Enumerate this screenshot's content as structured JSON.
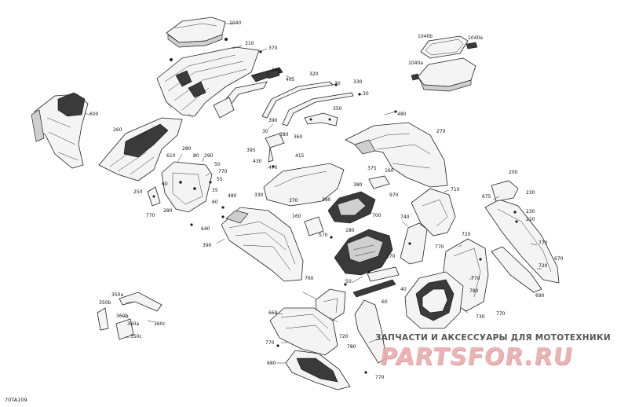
{
  "diagram": {
    "code": "70TA109",
    "watermark": {
      "tagline": "ЗАПЧАСТИ И АКСЕССУАРЫ ДЛЯ МОТОТЕХНИКИ",
      "brand": "PARTSFOR.RU"
    },
    "callouts": [
      {
        "id": "c1040",
        "label": "1040"
      },
      {
        "id": "c1040b",
        "label": "1040b"
      },
      {
        "id": "c1040a",
        "label": "1040a"
      },
      {
        "id": "c1040a2",
        "label": "1040a"
      },
      {
        "id": "c310",
        "label": "310"
      },
      {
        "id": "c370",
        "label": "370"
      },
      {
        "id": "c340",
        "label": "340"
      },
      {
        "id": "c320",
        "label": "320"
      },
      {
        "id": "c405",
        "label": "405"
      },
      {
        "id": "c30a",
        "label": "30"
      },
      {
        "id": "c330a",
        "label": "330"
      },
      {
        "id": "c30b",
        "label": "30"
      },
      {
        "id": "c600",
        "label": "600"
      },
      {
        "id": "c350",
        "label": "350"
      },
      {
        "id": "c480a",
        "label": "480"
      },
      {
        "id": "c390",
        "label": "390"
      },
      {
        "id": "c260",
        "label": "260"
      },
      {
        "id": "c380a",
        "label": "380"
      },
      {
        "id": "c30c",
        "label": "30"
      },
      {
        "id": "c360",
        "label": "360"
      },
      {
        "id": "c395",
        "label": "395"
      },
      {
        "id": "c430",
        "label": "430"
      },
      {
        "id": "c415",
        "label": "415"
      },
      {
        "id": "c470",
        "label": "470"
      },
      {
        "id": "c270",
        "label": "270"
      },
      {
        "id": "c280",
        "label": "280"
      },
      {
        "id": "c610",
        "label": "610"
      },
      {
        "id": "c80",
        "label": "80"
      },
      {
        "id": "c290",
        "label": "290"
      },
      {
        "id": "c50a",
        "label": "50"
      },
      {
        "id": "c770a",
        "label": "770"
      },
      {
        "id": "c55",
        "label": "55"
      },
      {
        "id": "c375",
        "label": "375"
      },
      {
        "id": "c160a",
        "label": "160"
      },
      {
        "id": "c380b",
        "label": "380"
      },
      {
        "id": "c970",
        "label": "970"
      },
      {
        "id": "c200",
        "label": "200"
      },
      {
        "id": "c675",
        "label": "675"
      },
      {
        "id": "c230a",
        "label": "230"
      },
      {
        "id": "c60a",
        "label": "60"
      },
      {
        "id": "c35",
        "label": "35"
      },
      {
        "id": "c250",
        "label": "250"
      },
      {
        "id": "c480b",
        "label": "480"
      },
      {
        "id": "c60b",
        "label": "60"
      },
      {
        "id": "c330b",
        "label": "330"
      },
      {
        "id": "c380c",
        "label": "380"
      },
      {
        "id": "c710",
        "label": "710"
      },
      {
        "id": "c230b",
        "label": "230"
      },
      {
        "id": "c220",
        "label": "220"
      },
      {
        "id": "c770b",
        "label": "770"
      },
      {
        "id": "c370b",
        "label": "370"
      },
      {
        "id": "c160b",
        "label": "160"
      },
      {
        "id": "c570",
        "label": "570"
      },
      {
        "id": "c700",
        "label": "700"
      },
      {
        "id": "c740",
        "label": "740"
      },
      {
        "id": "c280b",
        "label": "280"
      },
      {
        "id": "c640",
        "label": "640"
      },
      {
        "id": "c390b",
        "label": "390"
      },
      {
        "id": "c180",
        "label": "180"
      },
      {
        "id": "c170",
        "label": "170"
      },
      {
        "id": "c720a",
        "label": "720"
      },
      {
        "id": "c770c",
        "label": "770"
      },
      {
        "id": "c770d",
        "label": "770"
      },
      {
        "id": "c670",
        "label": "670"
      },
      {
        "id": "c720b",
        "label": "720"
      },
      {
        "id": "c690",
        "label": "690"
      },
      {
        "id": "c770e",
        "label": "770"
      },
      {
        "id": "c760",
        "label": "760"
      },
      {
        "id": "c50b",
        "label": "50"
      },
      {
        "id": "c40",
        "label": "40"
      },
      {
        "id": "c60c",
        "label": "60"
      },
      {
        "id": "c780",
        "label": "780"
      },
      {
        "id": "c730",
        "label": "730"
      },
      {
        "id": "c770f",
        "label": "770"
      },
      {
        "id": "c350a",
        "label": "350a"
      },
      {
        "id": "c350b",
        "label": "350b"
      },
      {
        "id": "c360b",
        "label": "360b"
      },
      {
        "id": "c360a",
        "label": "360a"
      },
      {
        "id": "c360c",
        "label": "360c"
      },
      {
        "id": "c350c",
        "label": "350c"
      },
      {
        "id": "c660",
        "label": "660"
      },
      {
        "id": "c770g",
        "label": "770"
      },
      {
        "id": "c720c",
        "label": "720"
      },
      {
        "id": "c780b",
        "label": "780"
      },
      {
        "id": "c680",
        "label": "680"
      },
      {
        "id": "c770h",
        "label": "770"
      }
    ]
  }
}
